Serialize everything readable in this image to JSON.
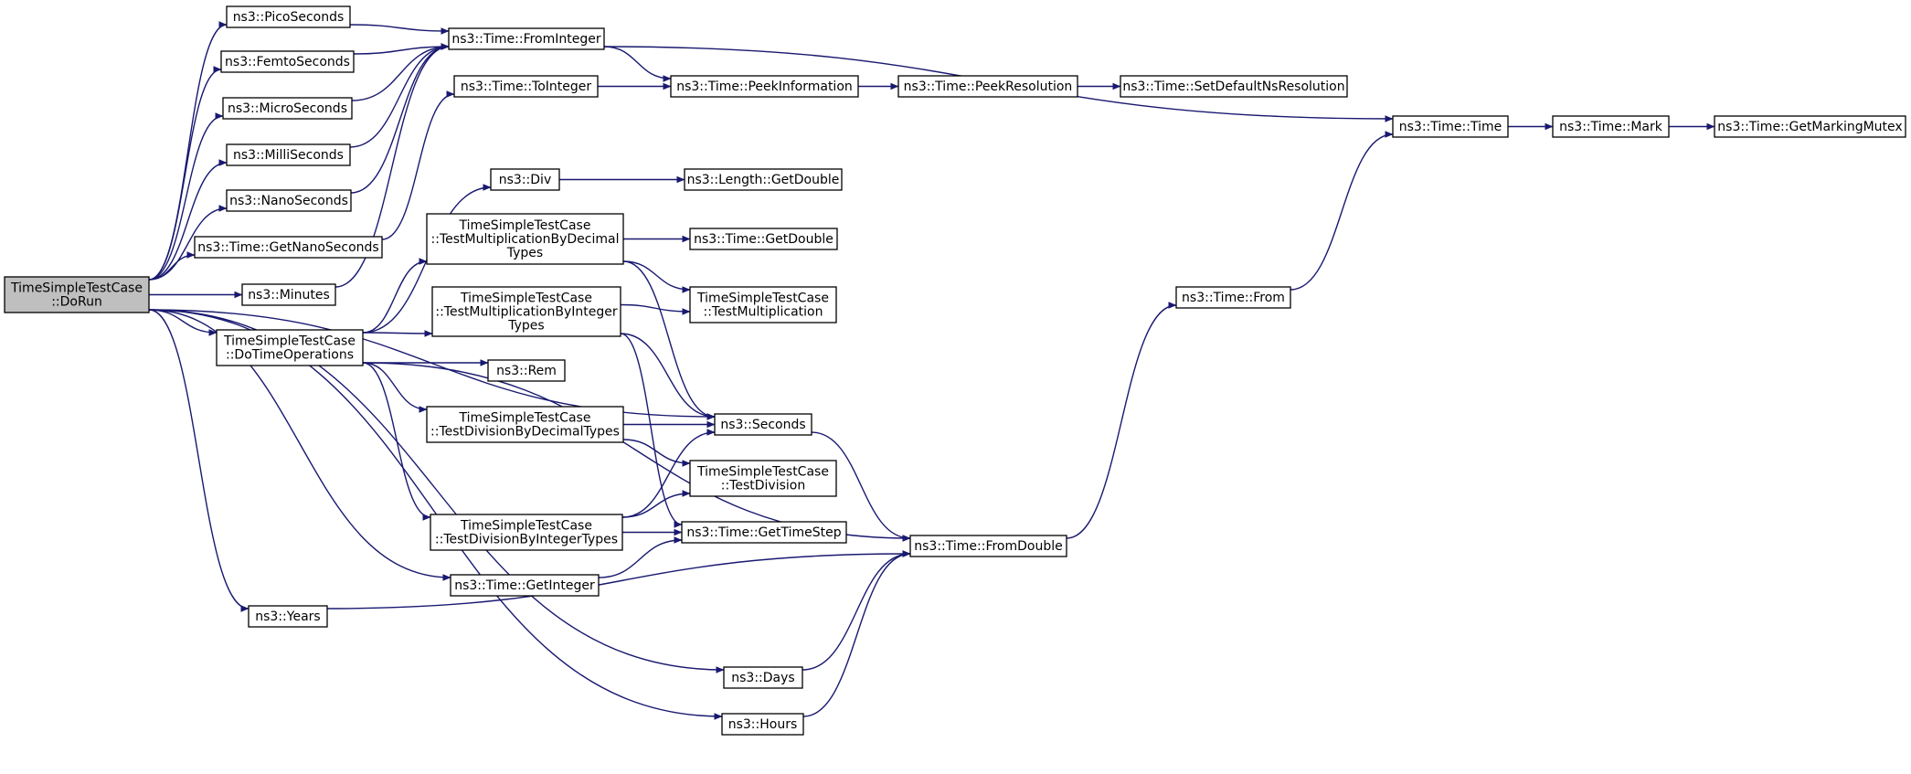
{
  "nodes": [
    {
      "id": "dorun",
      "lines": [
        "TimeSimpleTestCase",
        "::DoRun"
      ],
      "root": true
    },
    {
      "id": "picoseconds",
      "lines": [
        "ns3::PicoSeconds"
      ]
    },
    {
      "id": "femtoseconds",
      "lines": [
        "ns3::FemtoSeconds"
      ]
    },
    {
      "id": "microseconds",
      "lines": [
        "ns3::MicroSeconds"
      ]
    },
    {
      "id": "milliseconds",
      "lines": [
        "ns3::MilliSeconds"
      ]
    },
    {
      "id": "nanoseconds",
      "lines": [
        "ns3::NanoSeconds"
      ]
    },
    {
      "id": "getnanoseconds",
      "lines": [
        "ns3::Time::GetNanoSeconds"
      ]
    },
    {
      "id": "minutes",
      "lines": [
        "ns3::Minutes"
      ]
    },
    {
      "id": "dotimeoperations",
      "lines": [
        "TimeSimpleTestCase",
        "::DoTimeOperations"
      ]
    },
    {
      "id": "years",
      "lines": [
        "ns3::Years"
      ]
    },
    {
      "id": "frominteger",
      "lines": [
        "ns3::Time::FromInteger"
      ]
    },
    {
      "id": "tointeger",
      "lines": [
        "ns3::Time::ToInteger"
      ]
    },
    {
      "id": "div",
      "lines": [
        "ns3::Div"
      ]
    },
    {
      "id": "testmuldecimal",
      "lines": [
        "TimeSimpleTestCase",
        "::TestMultiplicationByDecimal",
        "Types"
      ]
    },
    {
      "id": "testmulinteger",
      "lines": [
        "TimeSimpleTestCase",
        "::TestMultiplicationByInteger",
        "Types"
      ]
    },
    {
      "id": "rem",
      "lines": [
        "ns3::Rem"
      ]
    },
    {
      "id": "testdivdecimal",
      "lines": [
        "TimeSimpleTestCase",
        "::TestDivisionByDecimalTypes"
      ]
    },
    {
      "id": "testdivinteger",
      "lines": [
        "TimeSimpleTestCase",
        "::TestDivisionByIntegerTypes"
      ]
    },
    {
      "id": "getinteger",
      "lines": [
        "ns3::Time::GetInteger"
      ]
    },
    {
      "id": "days",
      "lines": [
        "ns3::Days"
      ]
    },
    {
      "id": "hours",
      "lines": [
        "ns3::Hours"
      ]
    },
    {
      "id": "peekinformation",
      "lines": [
        "ns3::Time::PeekInformation"
      ]
    },
    {
      "id": "lengthgetdouble",
      "lines": [
        "ns3::Length::GetDouble"
      ]
    },
    {
      "id": "timegetdouble",
      "lines": [
        "ns3::Time::GetDouble"
      ]
    },
    {
      "id": "testmultiplication",
      "lines": [
        "TimeSimpleTestCase",
        "::TestMultiplication"
      ]
    },
    {
      "id": "seconds",
      "lines": [
        "ns3::Seconds"
      ]
    },
    {
      "id": "testdivision",
      "lines": [
        "TimeSimpleTestCase",
        "::TestDivision"
      ]
    },
    {
      "id": "gettimestep",
      "lines": [
        "ns3::Time::GetTimeStep"
      ]
    },
    {
      "id": "peekresolution",
      "lines": [
        "ns3::Time::PeekResolution"
      ]
    },
    {
      "id": "fromdouble",
      "lines": [
        "ns3::Time::FromDouble"
      ]
    },
    {
      "id": "setdefaultnsresolution",
      "lines": [
        "ns3::Time::SetDefaultNsResolution"
      ]
    },
    {
      "id": "from",
      "lines": [
        "ns3::Time::From"
      ]
    },
    {
      "id": "time",
      "lines": [
        "ns3::Time::Time"
      ]
    },
    {
      "id": "mark",
      "lines": [
        "ns3::Time::Mark"
      ]
    },
    {
      "id": "getmarkingmutex",
      "lines": [
        "ns3::Time::GetMarkingMutex"
      ]
    }
  ],
  "edges": [
    [
      "dorun",
      "picoseconds"
    ],
    [
      "dorun",
      "femtoseconds"
    ],
    [
      "dorun",
      "microseconds"
    ],
    [
      "dorun",
      "milliseconds"
    ],
    [
      "dorun",
      "nanoseconds"
    ],
    [
      "dorun",
      "getnanoseconds"
    ],
    [
      "dorun",
      "minutes"
    ],
    [
      "dorun",
      "dotimeoperations"
    ],
    [
      "dorun",
      "seconds"
    ],
    [
      "dorun",
      "getinteger"
    ],
    [
      "dorun",
      "years"
    ],
    [
      "dorun",
      "days"
    ],
    [
      "dorun",
      "hours"
    ],
    [
      "picoseconds",
      "frominteger"
    ],
    [
      "femtoseconds",
      "frominteger"
    ],
    [
      "microseconds",
      "frominteger"
    ],
    [
      "milliseconds",
      "frominteger"
    ],
    [
      "nanoseconds",
      "frominteger"
    ],
    [
      "minutes",
      "frominteger"
    ],
    [
      "getnanoseconds",
      "tointeger"
    ],
    [
      "dotimeoperations",
      "fromdouble"
    ],
    [
      "dotimeoperations",
      "div"
    ],
    [
      "dotimeoperations",
      "testmuldecimal"
    ],
    [
      "dotimeoperations",
      "testmulinteger"
    ],
    [
      "dotimeoperations",
      "rem"
    ],
    [
      "dotimeoperations",
      "testdivdecimal"
    ],
    [
      "dotimeoperations",
      "testdivinteger"
    ],
    [
      "frominteger",
      "peekinformation"
    ],
    [
      "frominteger",
      "time"
    ],
    [
      "tointeger",
      "peekinformation"
    ],
    [
      "div",
      "lengthgetdouble"
    ],
    [
      "testmuldecimal",
      "timegetdouble"
    ],
    [
      "testmuldecimal",
      "testmultiplication"
    ],
    [
      "testmuldecimal",
      "seconds"
    ],
    [
      "testmulinteger",
      "testmultiplication"
    ],
    [
      "testmulinteger",
      "seconds"
    ],
    [
      "testmulinteger",
      "gettimestep"
    ],
    [
      "testdivdecimal",
      "seconds"
    ],
    [
      "testdivdecimal",
      "testdivision"
    ],
    [
      "testdivinteger",
      "seconds"
    ],
    [
      "testdivinteger",
      "testdivision"
    ],
    [
      "testdivinteger",
      "gettimestep"
    ],
    [
      "getinteger",
      "gettimestep"
    ],
    [
      "years",
      "fromdouble"
    ],
    [
      "days",
      "fromdouble"
    ],
    [
      "hours",
      "fromdouble"
    ],
    [
      "seconds",
      "fromdouble"
    ],
    [
      "peekinformation",
      "peekresolution"
    ],
    [
      "peekresolution",
      "setdefaultnsresolution"
    ],
    [
      "fromdouble",
      "from"
    ],
    [
      "from",
      "time"
    ],
    [
      "time",
      "mark"
    ],
    [
      "mark",
      "getmarkingmutex"
    ]
  ]
}
